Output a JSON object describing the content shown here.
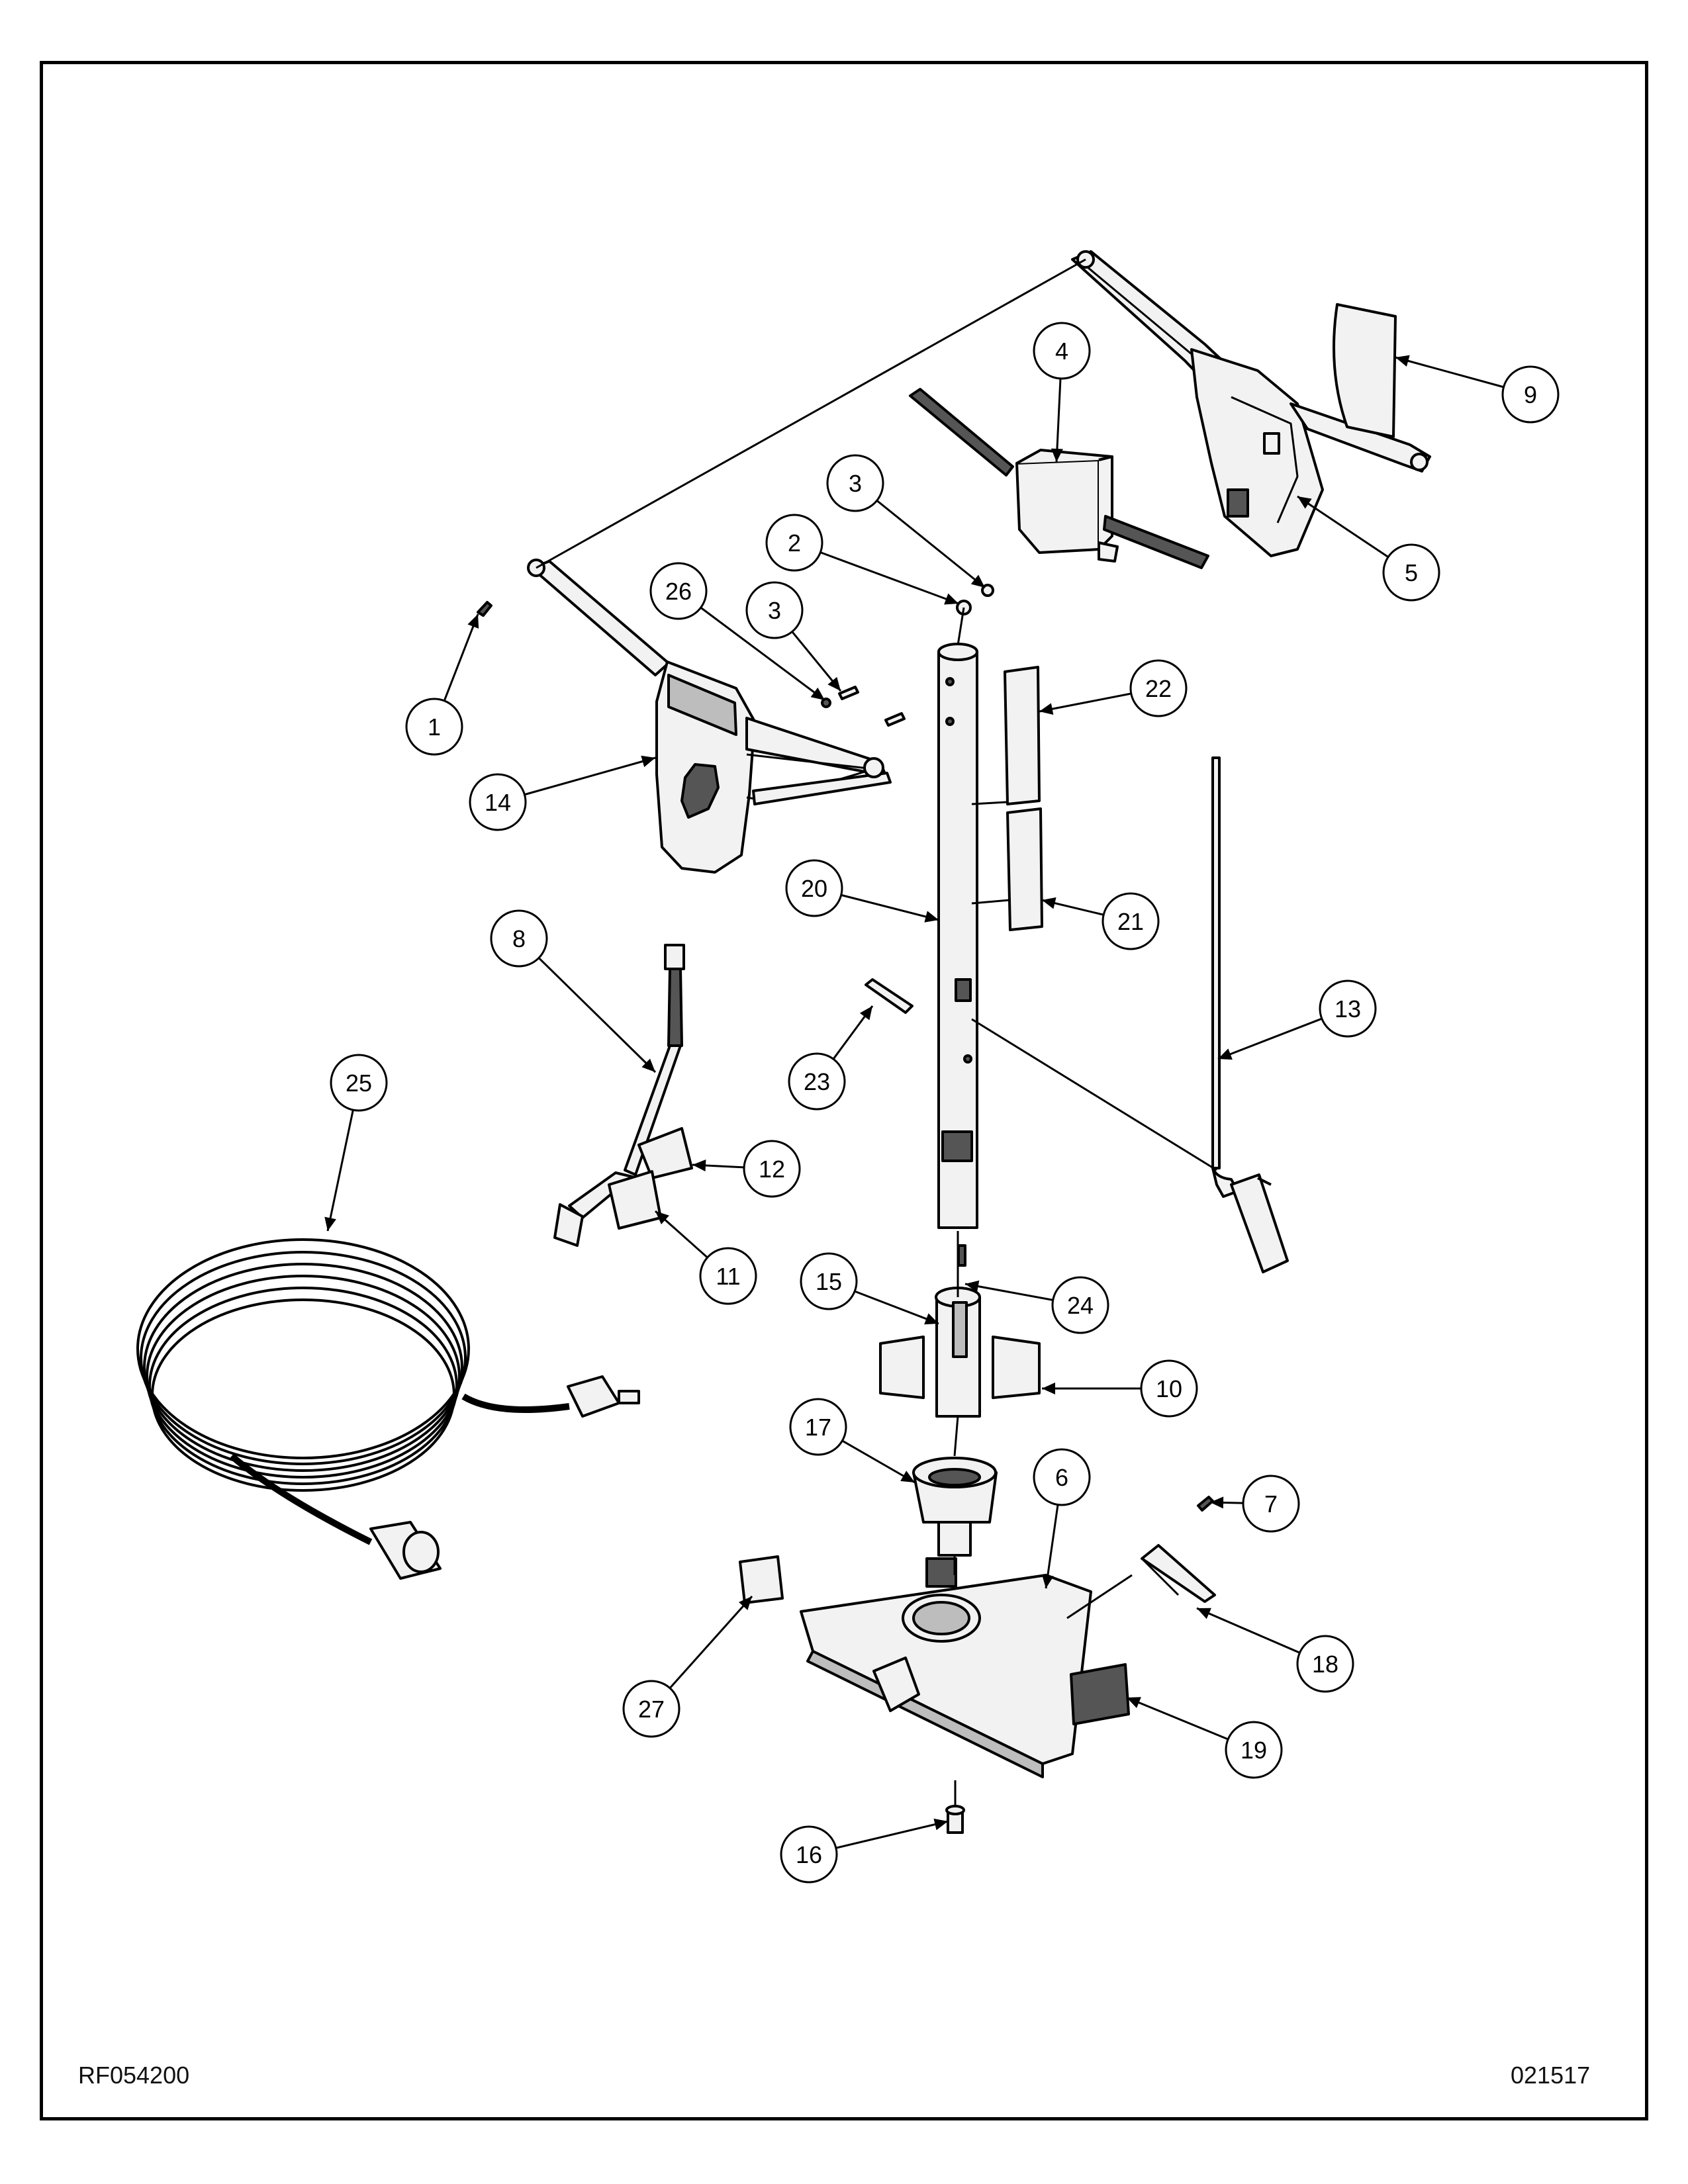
{
  "document": {
    "drawing_number": "RF054200",
    "revision_date": "021517"
  },
  "callouts": [
    {
      "id": "1",
      "label": "1"
    },
    {
      "id": "2",
      "label": "2"
    },
    {
      "id": "3a",
      "label": "3"
    },
    {
      "id": "3b",
      "label": "3"
    },
    {
      "id": "4",
      "label": "4"
    },
    {
      "id": "5",
      "label": "5"
    },
    {
      "id": "6",
      "label": "6"
    },
    {
      "id": "7",
      "label": "7"
    },
    {
      "id": "8",
      "label": "8"
    },
    {
      "id": "9",
      "label": "9"
    },
    {
      "id": "10",
      "label": "10"
    },
    {
      "id": "11",
      "label": "11"
    },
    {
      "id": "12",
      "label": "12"
    },
    {
      "id": "13",
      "label": "13"
    },
    {
      "id": "14",
      "label": "14"
    },
    {
      "id": "15",
      "label": "15"
    },
    {
      "id": "16",
      "label": "16"
    },
    {
      "id": "17",
      "label": "17"
    },
    {
      "id": "18",
      "label": "18"
    },
    {
      "id": "19",
      "label": "19"
    },
    {
      "id": "20",
      "label": "20"
    },
    {
      "id": "21",
      "label": "21"
    },
    {
      "id": "22",
      "label": "22"
    },
    {
      "id": "23",
      "label": "23"
    },
    {
      "id": "24",
      "label": "24"
    },
    {
      "id": "25",
      "label": "25"
    },
    {
      "id": "26",
      "label": "26"
    },
    {
      "id": "27",
      "label": "27"
    }
  ],
  "colors": {
    "line": "#000000",
    "part_fill": "#f2f2f2",
    "shadow_fill": "#bdbdbd",
    "dark_fill": "#555555"
  }
}
